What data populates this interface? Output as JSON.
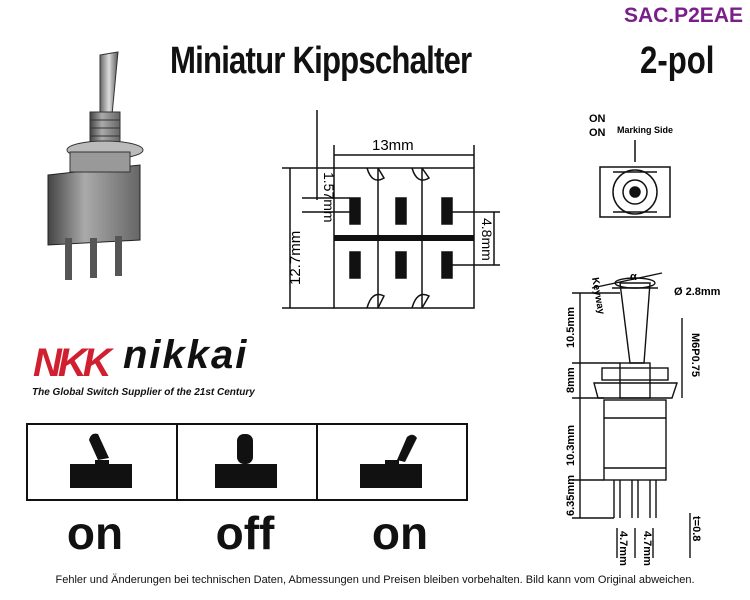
{
  "product_code": "SAC.P2EAE",
  "title": "Miniatur Kippschalter",
  "title_pole": "2-pol",
  "brand": {
    "logo_text": "NKK",
    "name": "nikkai",
    "tagline": "The Global Switch Supplier of the 21st Century"
  },
  "positions": [
    "on",
    "off",
    "on"
  ],
  "dimensions_top": {
    "width": "13mm",
    "height": "12.7mm",
    "offset": "1.57mm",
    "pitch": "4.8mm"
  },
  "marking": {
    "on_top": "ON",
    "on_bottom": "ON",
    "side": "Marking Side"
  },
  "dimensions_side": {
    "keyway": "Keyway",
    "angle": "α",
    "diameter": "Ø 2.8mm",
    "lever_height": "10.5mm",
    "bushing": "8mm",
    "thread": "M6P0.75",
    "body": "10.3mm",
    "terminal": "6.35mm",
    "pitch_a": "4.7mm",
    "pitch_b": "4.7mm",
    "thickness": "t=0.8"
  },
  "footer": "Fehler und Änderungen bei technischen Daten, Abmessungen und Preisen bleiben vorbehalten. Bild kann vom Original abweichen."
}
